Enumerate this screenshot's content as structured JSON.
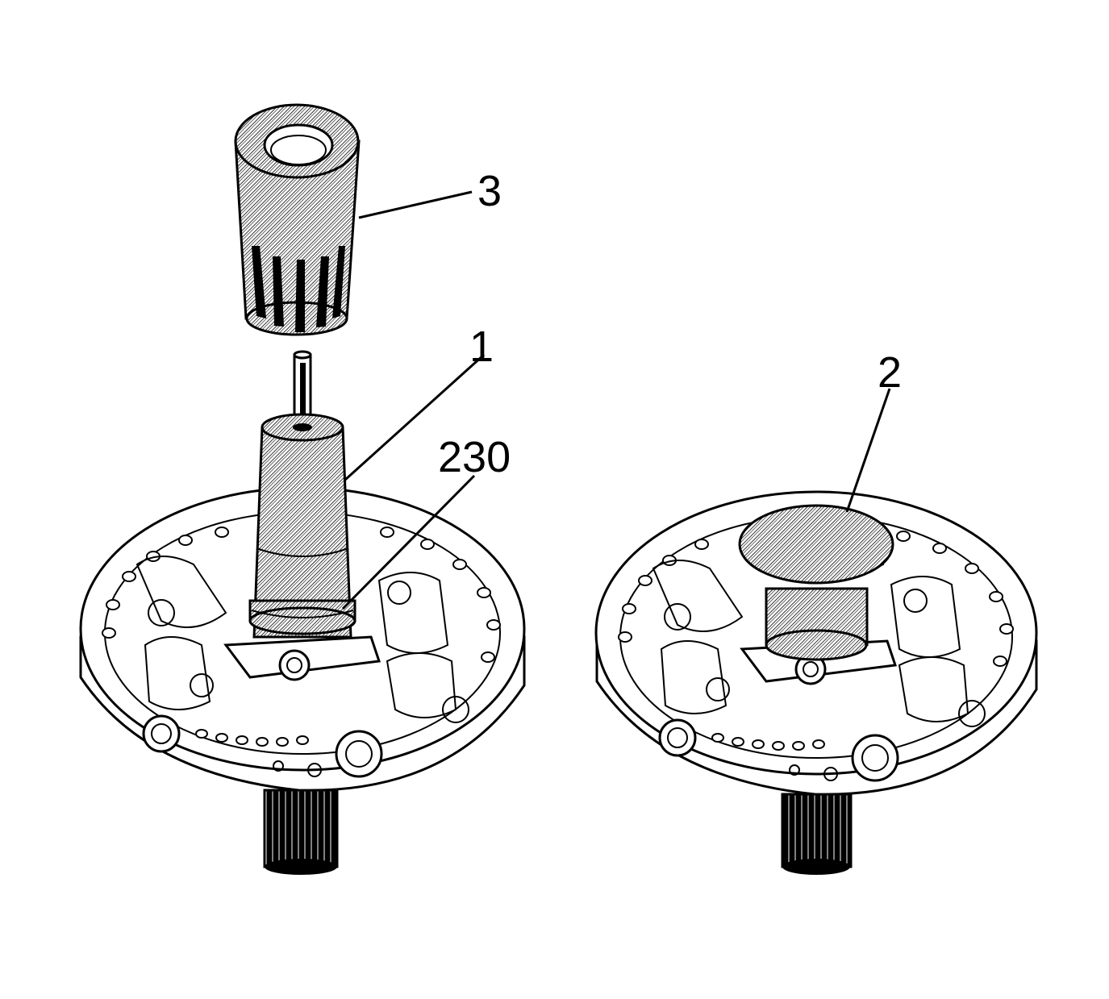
{
  "diagram": {
    "callouts": {
      "c3": "3",
      "c1": "1",
      "c230": "230",
      "c2": "2"
    },
    "colors": {
      "line": "#000000",
      "background": "#ffffff",
      "hatch": "#000000"
    }
  }
}
